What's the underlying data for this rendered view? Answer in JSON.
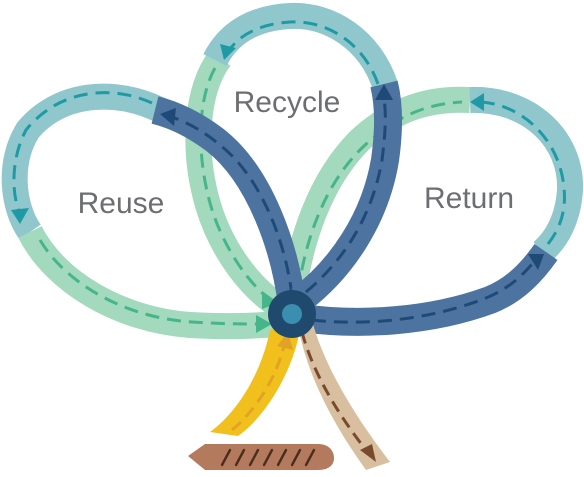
{
  "labels": {
    "recycle": "Recycle",
    "reuse": "Reuse",
    "return": "Return"
  },
  "colors": {
    "teal_light": "#8fc7cc",
    "mint": "#a3d9bd",
    "navy_blue": "#4d73a0",
    "hub_dark": "#1f4a6e",
    "hub_center": "#3a8fb0",
    "yellow": "#f2c01d",
    "tan": "#d8bfa0",
    "brown": "#b37a5e",
    "arrow_teal": "#1f9aa5",
    "arrow_mint": "#46b58a",
    "arrow_navy": "#1f4a78",
    "arrow_yellow": "#e0a227",
    "arrow_tan": "#7a4a2c",
    "label_gray": "#6d6e71"
  },
  "icons": {
    "hub": "hub-circle-icon",
    "flow_arrow": "dashed-arrow-icon"
  }
}
